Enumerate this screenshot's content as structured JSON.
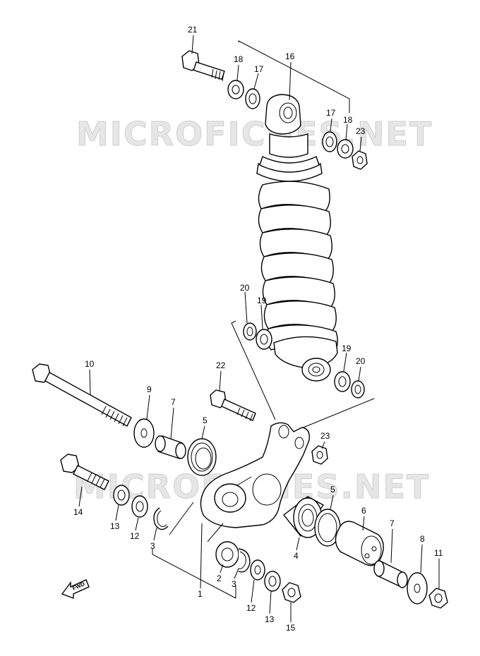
{
  "watermark": "MICROFICHES.NET",
  "fwd_label": "FWD",
  "labels": [
    {
      "id": "l21a",
      "text": "21"
    },
    {
      "id": "l18a",
      "text": "18"
    },
    {
      "id": "l17a",
      "text": "17"
    },
    {
      "id": "l16",
      "text": "16"
    },
    {
      "id": "l17b",
      "text": "17"
    },
    {
      "id": "l18b",
      "text": "18"
    },
    {
      "id": "l23a",
      "text": "23"
    },
    {
      "id": "l20a",
      "text": "20"
    },
    {
      "id": "l19a",
      "text": "19"
    },
    {
      "id": "l19b",
      "text": "19"
    },
    {
      "id": "l20b",
      "text": "20"
    },
    {
      "id": "l10",
      "text": "10"
    },
    {
      "id": "l22",
      "text": "22"
    },
    {
      "id": "l9",
      "text": "9"
    },
    {
      "id": "l7a",
      "text": "7"
    },
    {
      "id": "l5a",
      "text": "5"
    },
    {
      "id": "l23b",
      "text": "23"
    },
    {
      "id": "l14",
      "text": "14"
    },
    {
      "id": "l13a",
      "text": "13"
    },
    {
      "id": "l12a",
      "text": "12"
    },
    {
      "id": "l3a",
      "text": "3"
    },
    {
      "id": "l5b",
      "text": "5"
    },
    {
      "id": "l6",
      "text": "6"
    },
    {
      "id": "l4",
      "text": "4"
    },
    {
      "id": "l7b",
      "text": "7"
    },
    {
      "id": "l8",
      "text": "8"
    },
    {
      "id": "l11",
      "text": "11"
    },
    {
      "id": "l2",
      "text": "2"
    },
    {
      "id": "l3b",
      "text": "3"
    },
    {
      "id": "l1",
      "text": "1"
    },
    {
      "id": "l12b",
      "text": "12"
    },
    {
      "id": "l13b",
      "text": "13"
    },
    {
      "id": "l15",
      "text": "15"
    }
  ]
}
